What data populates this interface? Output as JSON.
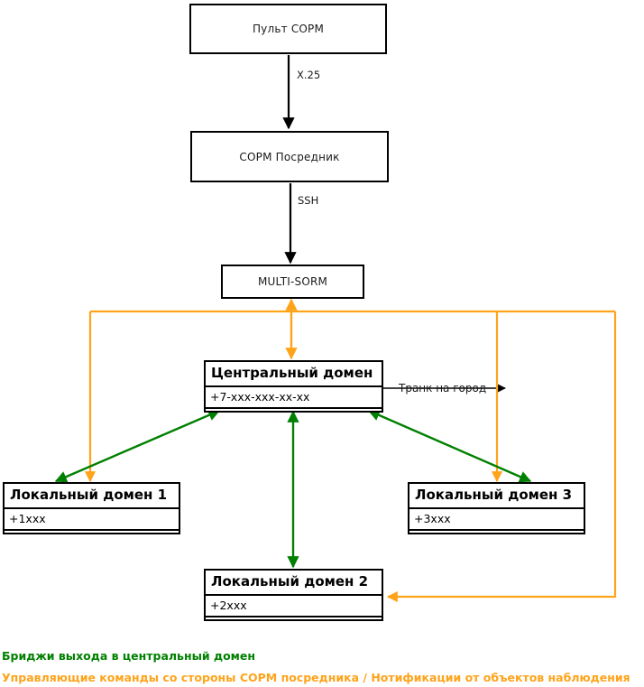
{
  "diagram": {
    "title_nodes": {
      "sorm_console": "Пульт СОРМ",
      "sorm_mediator": "СОРМ Посредник",
      "multi_sorm": "MULTI-SORM"
    },
    "edge_labels": {
      "x25": "X.25",
      "ssh": "SSH",
      "trunk": "Транк на город"
    },
    "domains": {
      "central": {
        "name": "Центральный домен",
        "number": "+7-ххх-ххх-хх-хх"
      },
      "local1": {
        "name": "Локальный домен 1",
        "number": "+1ххх"
      },
      "local2": {
        "name": "Локальный домен 2",
        "number": "+2ххх"
      },
      "local3": {
        "name": "Локальный домен 3",
        "number": "+3ххх"
      }
    },
    "legend": {
      "green_label": "Бриджи выхода в центральный домен",
      "orange_label": "Управляющие команды со стороны СОРМ посредника / Нотификации от объектов наблюдения",
      "green_color": "#008000",
      "orange_color": "#ffa31a",
      "black_color": "#000000"
    }
  }
}
